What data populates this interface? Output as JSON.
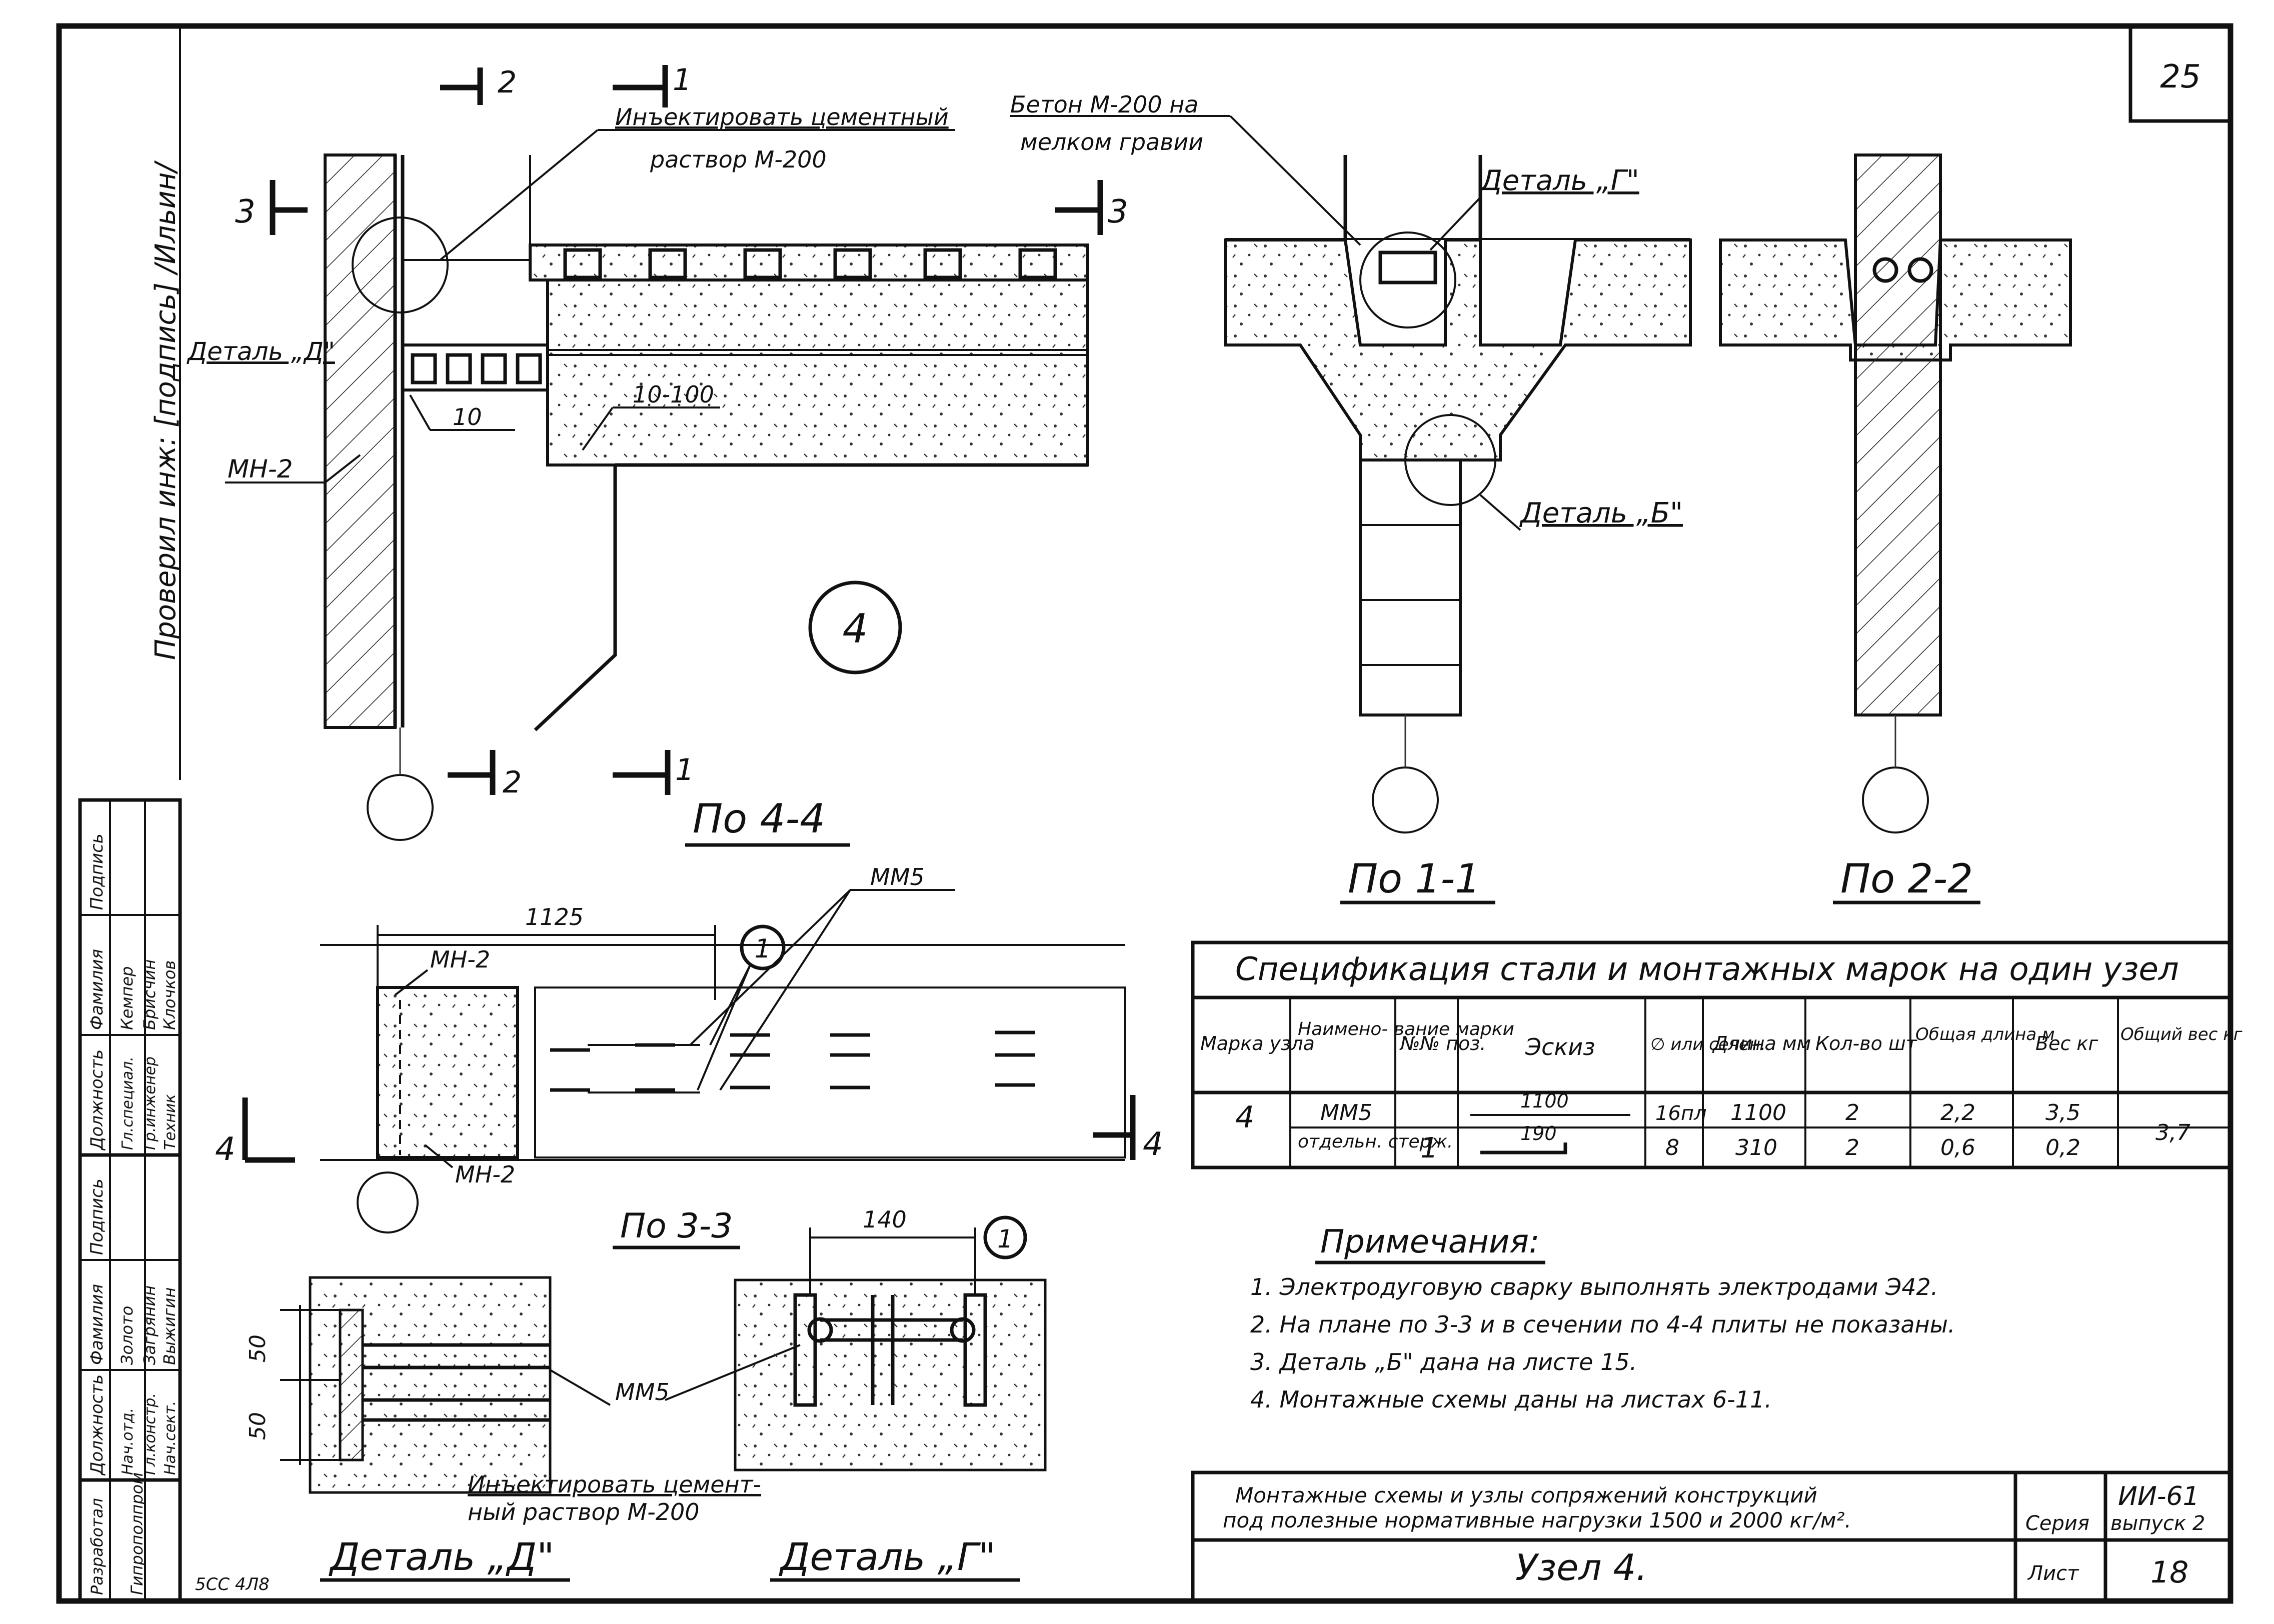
{
  "sheet_number": "25",
  "checked_by": "Проверил инж: [подпись] /Ильин/",
  "drawing": {
    "cut_2": "2",
    "cut_1": "1",
    "cut_3": "3",
    "cut_4": "4",
    "note_inject": "Инъектировать цементный",
    "note_inject_2": "раствор    М-200",
    "note_concrete": "Бетон   М-200 на",
    "note_concrete_2": "мелком   гравии",
    "detail_g": "Деталь „Г\"",
    "detail_d": "Деталь „Д\"",
    "detail_b": "Деталь „Б\"",
    "mn2": "МН-2",
    "mn2_b": "МН-2",
    "mn2_c": "МН-2",
    "dim_10": "10",
    "dim_10_100": "10-100",
    "node_num": "4",
    "dim_1125": "1125",
    "mm5": "ММ5",
    "mm5_b": "ММ5",
    "pos_1": "1",
    "pos_1_b": "1",
    "dim_140": "140",
    "dim_50a": "50",
    "dim_50b": "50",
    "inject_bottom": "Инъектировать цемент-",
    "inject_bottom_2": "ный раствор    М-200"
  },
  "views": {
    "v44": "По 4-4",
    "v11": "По 1-1",
    "v22": "По 2-2",
    "v33": "По 3-3",
    "det_d": "Деталь „Д\"",
    "det_g": "Деталь „Г\""
  },
  "spec": {
    "title": "Спецификация стали и монтажных марок на один узел",
    "headers": [
      "Марка узла",
      "Наимено- вание марки",
      "№№ поз.",
      "Эскиз",
      "∅ или сечен.",
      "Длина мм",
      "Кол-во шт",
      "Общая длина м",
      "Вес кг",
      "Общий вес кг"
    ],
    "row1": [
      "4",
      "ММ5",
      "",
      "1100",
      "16пл",
      "1100",
      "2",
      "2,2",
      "3,5",
      "3,7"
    ],
    "row2": [
      "",
      "отдельн. стерж.",
      "1",
      "190",
      "8",
      "310",
      "2",
      "0,6",
      "0,2",
      ""
    ]
  },
  "notes": {
    "title": "Примечания:",
    "items": [
      "1. Электродуговую сварку выполнять электродами Э42.",
      "2. На плане по 3-3 и в сечении по 4-4 плиты не показаны.",
      "3. Деталь „Б\" дана на листе 15.",
      "4. Монтажные схемы даны на листах 6-11."
    ]
  },
  "stamp": {
    "rows": [
      [
        "Должность",
        "Фамилия",
        "Подпись"
      ],
      [
        "Нач.отд.",
        "Золото",
        ""
      ],
      [
        "Гл.констр.",
        "Загрянин",
        ""
      ],
      [
        "Нач.сект.",
        "Выжигин",
        ""
      ]
    ],
    "rows2": [
      [
        "Должность",
        "Фамилия",
        "Подпись"
      ],
      [
        "Гл.специал.",
        "Кемпер",
        ""
      ],
      [
        "Гр.инженер",
        "Брисчин",
        ""
      ],
      [
        "Техник",
        "Клочков",
        ""
      ]
    ],
    "dev": "Разработал",
    "org": "Гипрополпром"
  },
  "title_block": {
    "desc": "Монтажные схемы и узлы сопряжений конструкций",
    "desc2": "под полезные нормативные нагрузки 1500 и 2000 кг/м².",
    "series_label": "Серия",
    "series_value": "ИИ-61",
    "issue": "выпуск 2",
    "name": "Узел  4.",
    "sheet_label": "Лист",
    "sheet_value": "18"
  },
  "margin_bottom": "5СС  4Л8"
}
